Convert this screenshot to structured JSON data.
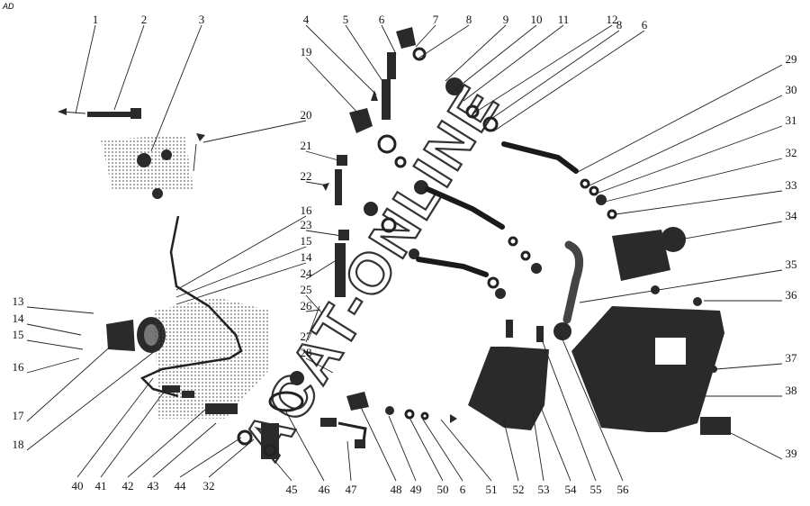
{
  "corner_label": "AD",
  "watermark": "ACAT-ONLINE",
  "callouts": [
    "1",
    "2",
    "3",
    "4",
    "5",
    "6",
    "7",
    "8",
    "9",
    "10",
    "11",
    "12",
    "8",
    "6",
    "29",
    "30",
    "31",
    "32",
    "33",
    "34",
    "35",
    "36",
    "37",
    "38",
    "39",
    "19",
    "20",
    "21",
    "22",
    "16",
    "23",
    "15",
    "14",
    "24",
    "25",
    "26",
    "27",
    "28",
    "13",
    "14",
    "15",
    "16",
    "17",
    "18",
    "40",
    "41",
    "42",
    "43",
    "44",
    "32",
    "45",
    "46",
    "47",
    "48",
    "49",
    "50",
    "6",
    "51",
    "52",
    "53",
    "54",
    "55",
    "56"
  ]
}
